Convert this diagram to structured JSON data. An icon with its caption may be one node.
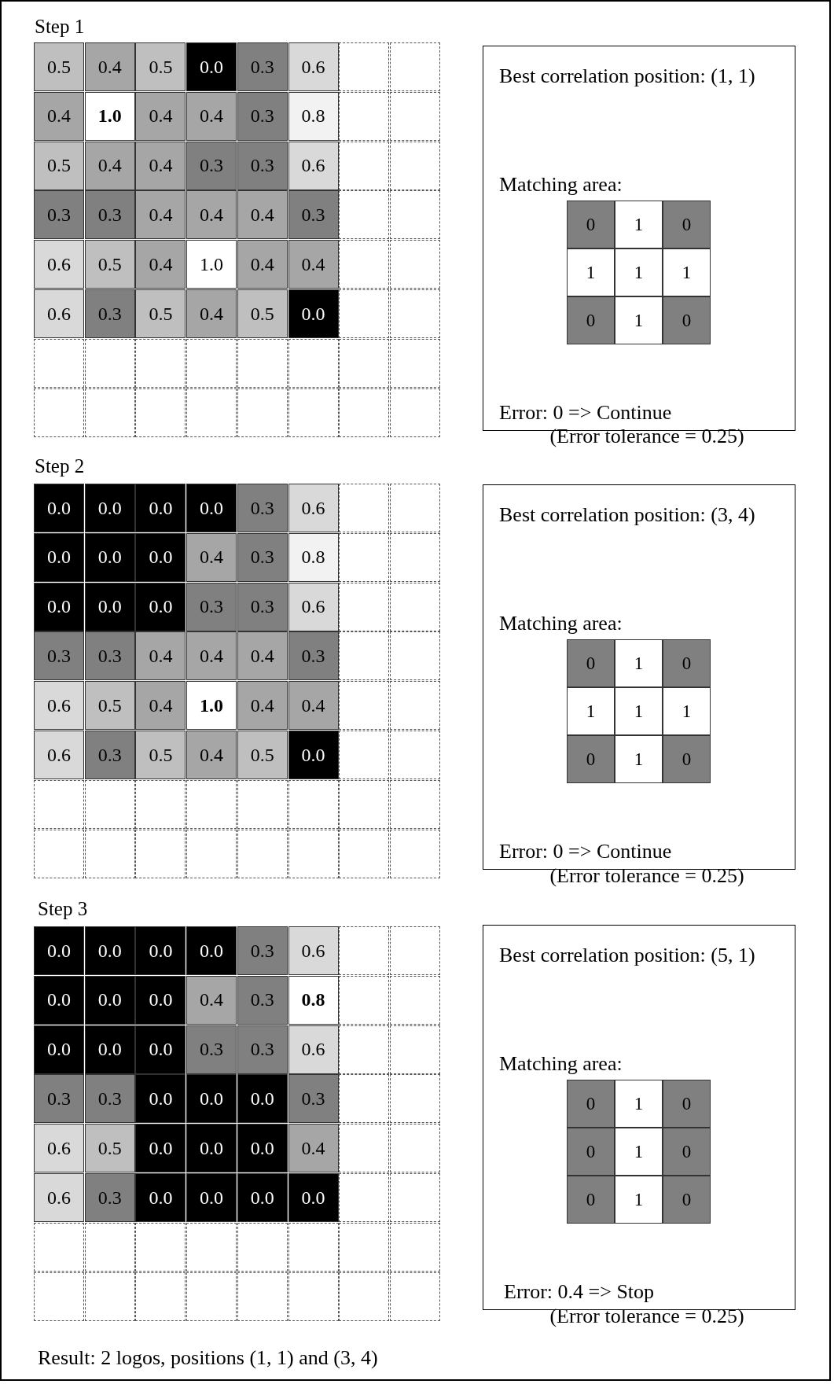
{
  "diagram": {
    "nodes": [
      {
        "text": [
          "Best correlation position: (1, 1)",
          "Matching area:",
          "Error: 0 => Continue"
        ],
        "beside": [
          "(Error tolerance = 0.25)"
        ]
      },
      {
        "text": [
          "Best correlation position: (3, 4)",
          "Matching area:",
          "Error: 0 => Continue"
        ],
        "beside": [
          "(Error tolerance = 0.25)"
        ]
      },
      {
        "text": [
          "Best correlation position: (5, 1)",
          "Matching area:",
          "Error: 0.4 => Stop"
        ],
        "beside": [
          "(Error tolerance = 0.25)"
        ]
      }
    ],
    "labels": [
      "Step 1",
      "0.5",
      "0.4",
      "0.5",
      "0.0",
      "0.3",
      "0.6",
      "0.4",
      "**1.0**",
      "0.4",
      "0.4",
      "0.3",
      "0.8",
      "0.5",
      "0.4",
      "0.4",
      "0.3",
      "0.3",
      "0.6",
      "0.3",
      "0.3",
      "0.4",
      "0.4",
      "0.4",
      "0.3",
      "0.6",
      "0.5",
      "0.4",
      "1.0",
      "0.4",
      "0.4",
      "0.6",
      "0.3",
      "0.5",
      "0.4",
      "0.5",
      "0.0",
      "0",
      "1",
      "0",
      "1",
      "1",
      "1",
      "0",
      "1",
      "0",
      "Step 2",
      "0.0",
      "0.0",
      "0.0",
      "0.0",
      "0.3",
      "0.6",
      "0.0",
      "0.0",
      "0.0",
      "0.4",
      "0.3",
      "0.8",
      "0.0",
      "0.0",
      "0.0",
      "0.3",
      "0.3",
      "0.6",
      "0.3",
      "0.3",
      "0.4",
      "0.4",
      "0.4",
      "0.3",
      "0.6",
      "0.5",
      "0.4",
      "**1.0**",
      "0.4",
      "0.4",
      "0.6",
      "0.3",
      "0.5",
      "0.4",
      "0.5",
      "0.0",
      "0",
      "1",
      "0",
      "1",
      "1",
      "1",
      "0",
      "1",
      "0",
      "Step 3",
      "0.0",
      "0.0",
      "0.0",
      "0.0",
      "0.3",
      "0.6",
      "0.0",
      "0.0",
      "0.0",
      "0.4",
      "0.3",
      "**0.8**",
      "0.0",
      "0.0",
      "0.0",
      "0.3",
      "0.3",
      "0.6",
      "0.3",
      "0.3",
      "0.0",
      "0.0",
      "0.0",
      "0.3",
      "0.6",
      "0.5",
      "0.0",
      "0.0",
      "0.0",
      "0.4",
      "0.6",
      "0.3",
      "0.0",
      "0.0",
      "0.0",
      "0.0",
      "0",
      "1",
      "0",
      "0",
      "1",
      "0",
      "0",
      "1",
      "0",
      "Result: 2 logos, positions (1, 1) and (3, 4)"
    ]
  }
}
